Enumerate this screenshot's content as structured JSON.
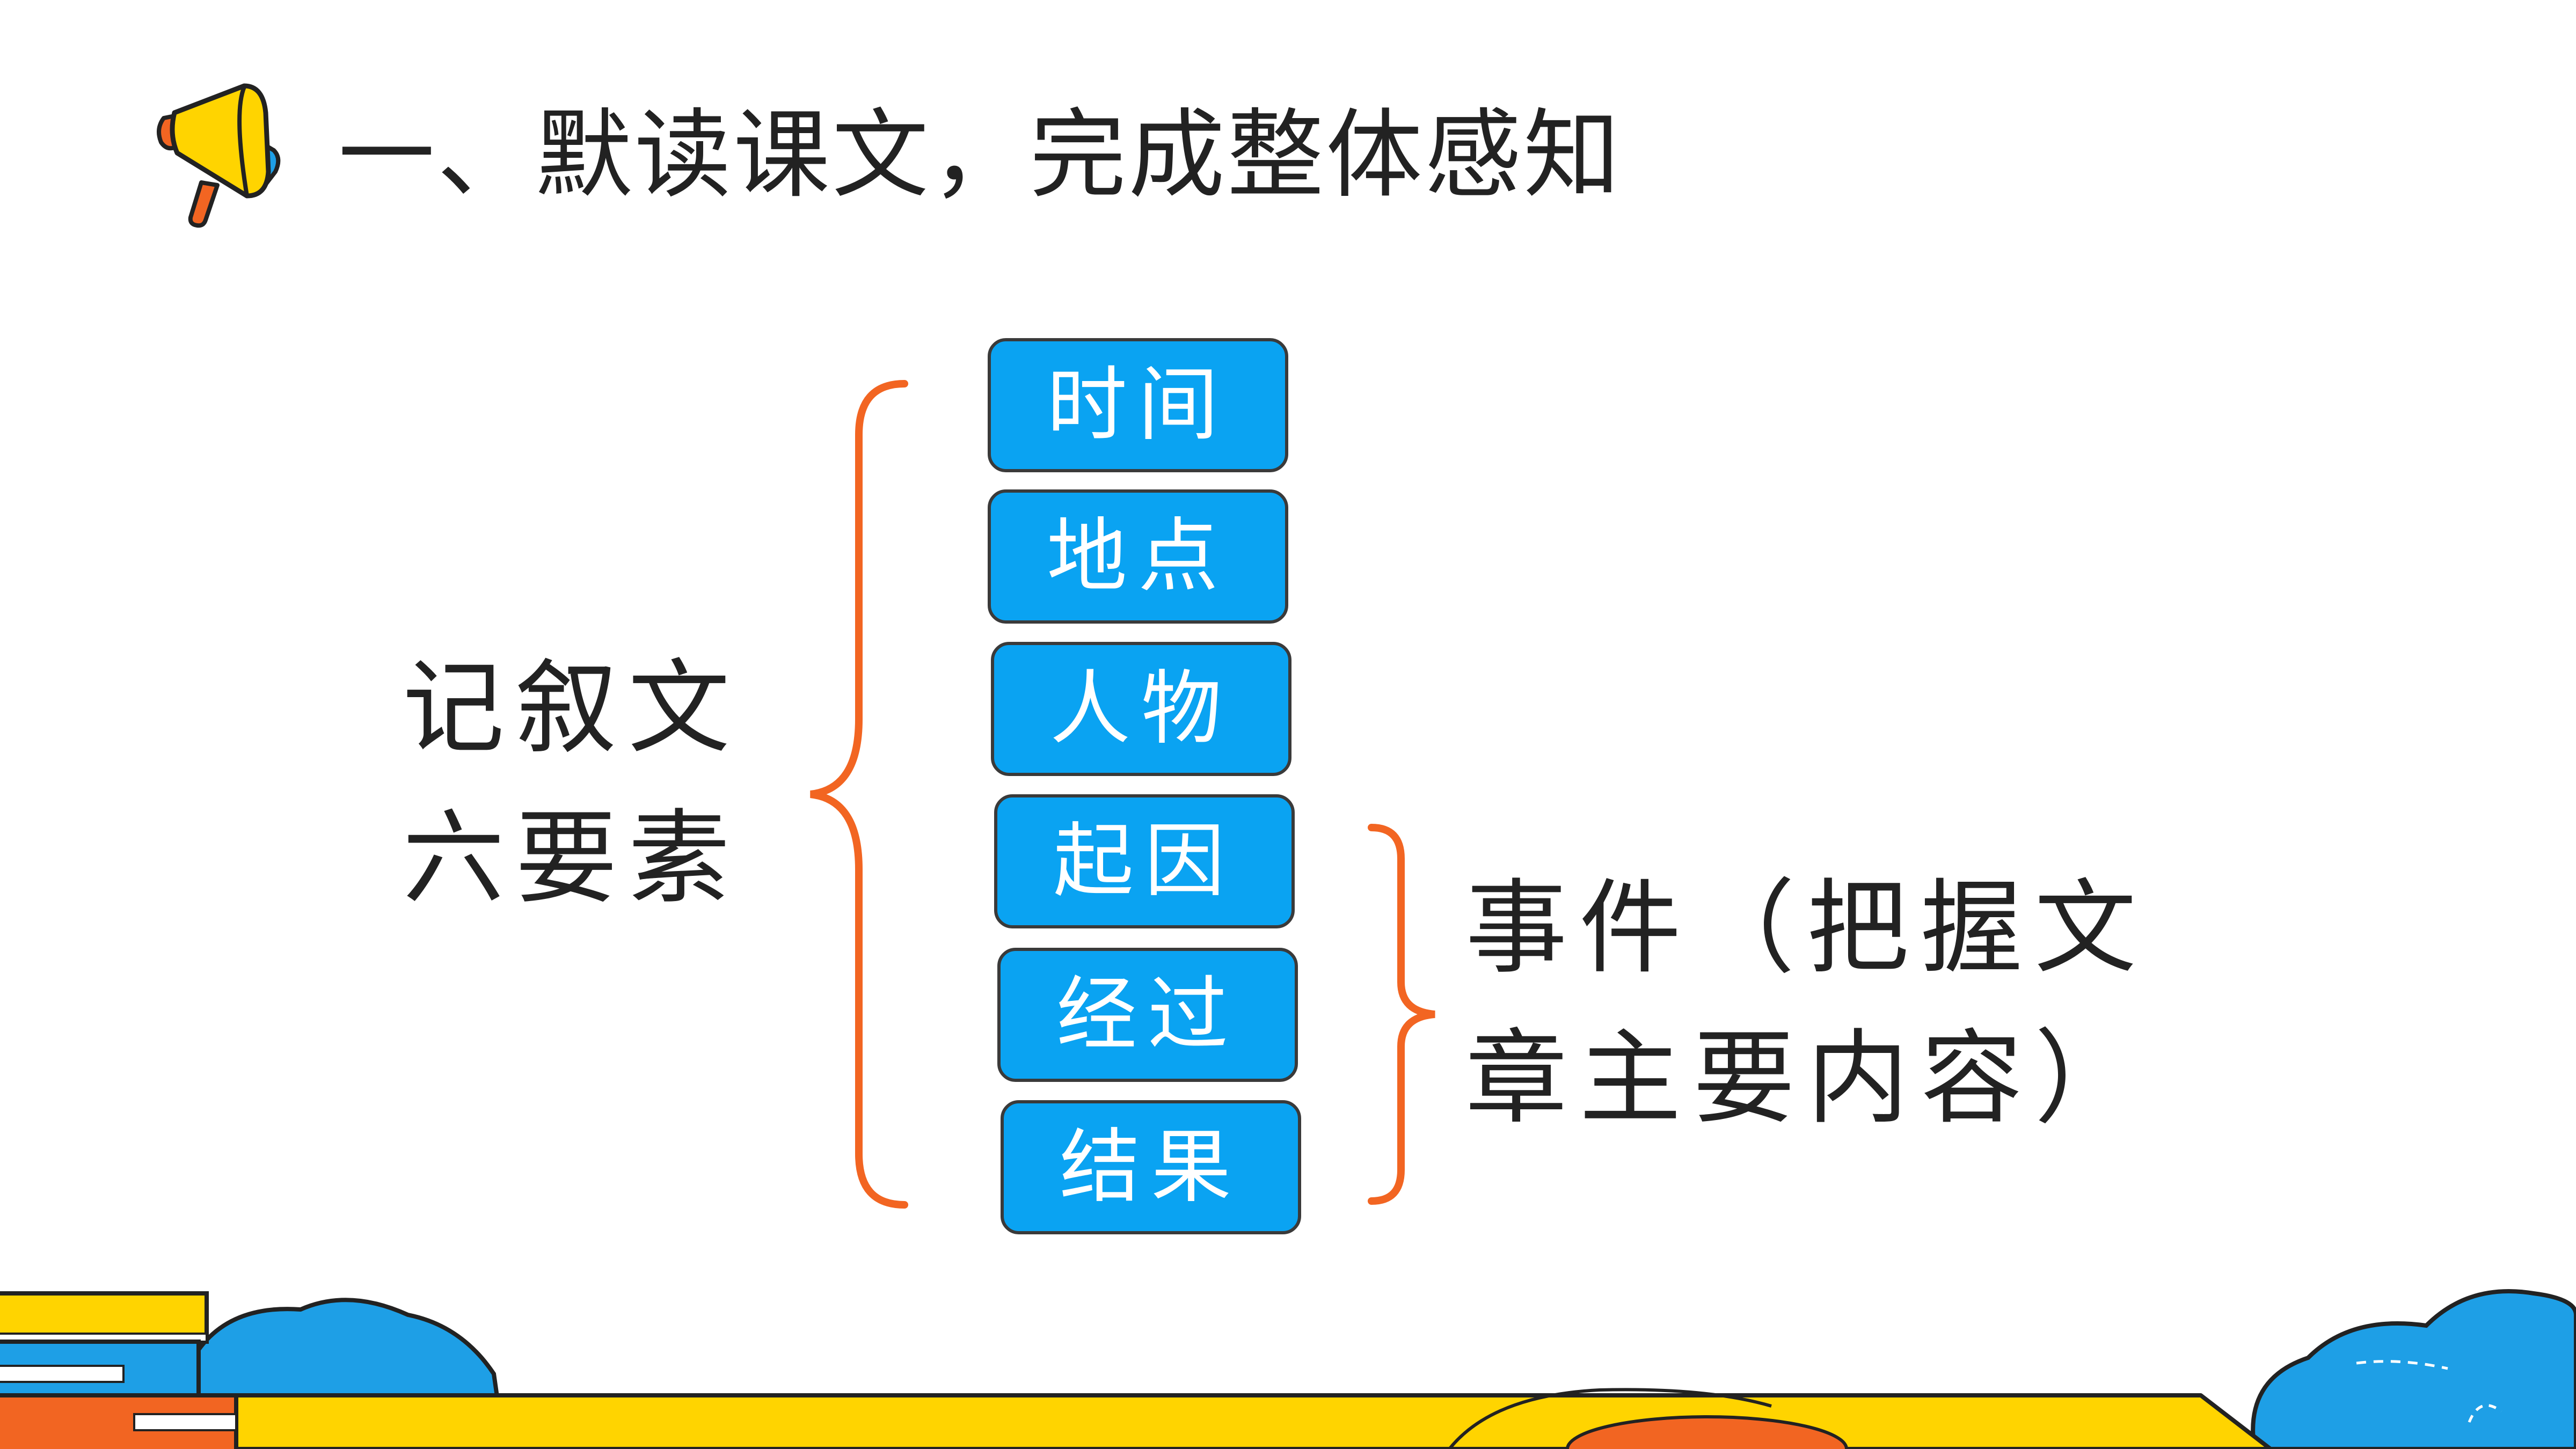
{
  "slide": {
    "title": "一、默读课文，完成整体感知",
    "left_label": [
      "记叙文",
      "六要素"
    ],
    "elements": [
      "时间",
      "地点",
      "人物",
      "起因",
      "经过",
      "结果"
    ],
    "right_label": [
      "事件（把握文",
      "章主要内容）"
    ]
  },
  "colors": {
    "box_fill": "#0aa3f2",
    "box_border": "#3a3a3a",
    "brace": "#f26522",
    "ground_yellow": "#ffd400",
    "cloud_blue": "#1e9fe6"
  },
  "icons": {
    "title_icon": "megaphone-icon"
  }
}
